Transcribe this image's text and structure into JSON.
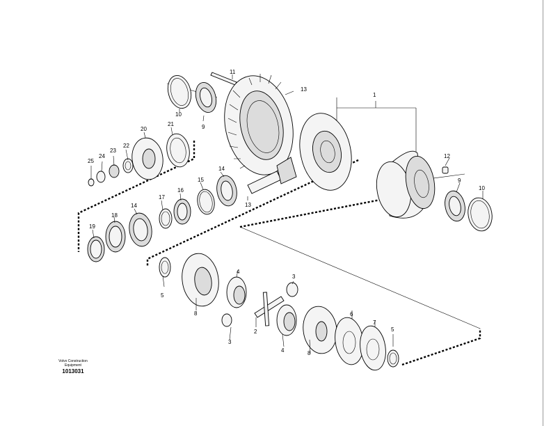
{
  "drawing": {
    "caption_line1": "Volvo Construction",
    "caption_line2": "Equipment",
    "drawing_number": "1013031"
  },
  "callouts": {
    "c1": "1",
    "c2": "2",
    "c3a": "3",
    "c3b": "3",
    "c4a": "4",
    "c4b": "4",
    "c5a": "5",
    "c5b": "5",
    "c6": "6",
    "c7": "7",
    "c8a": "8",
    "c8b": "8",
    "c9a": "9",
    "c9b": "9",
    "c10a": "10",
    "c10b": "10",
    "c11": "11",
    "c12": "12",
    "c13a": "13",
    "c13b": "13",
    "c14a": "14",
    "c14b": "14",
    "c15": "15",
    "c16": "16",
    "c17": "17",
    "c18": "18",
    "c19": "19",
    "c20": "20",
    "c21": "21",
    "c22": "22",
    "c23": "23",
    "c24": "24",
    "c25": "25"
  }
}
